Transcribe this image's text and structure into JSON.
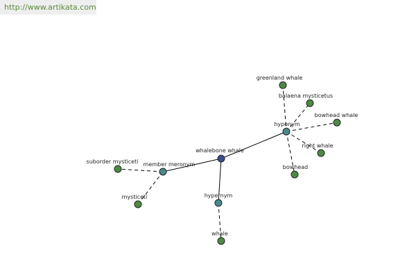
{
  "site": {
    "url": "http://www.artikata.com"
  },
  "colors": {
    "center": "#3f4b8c",
    "relation": "#4a8a8c",
    "term": "#4f8a45",
    "link": "#5b8a3c"
  },
  "graph": {
    "center": {
      "label": "whalebone whale"
    },
    "relations": [
      {
        "key": "hyponym",
        "label": "hyponym",
        "terms": [
          "greenland whale",
          "balaena mysticetus",
          "bowhead whale",
          "right whale",
          "bowhead"
        ]
      },
      {
        "key": "member-meronym",
        "label": "member meronym",
        "terms": [
          "suborder mysticeti",
          "mysticeti"
        ]
      },
      {
        "key": "hypernym",
        "label": "hypernym",
        "terms": [
          "whale"
        ]
      }
    ]
  }
}
